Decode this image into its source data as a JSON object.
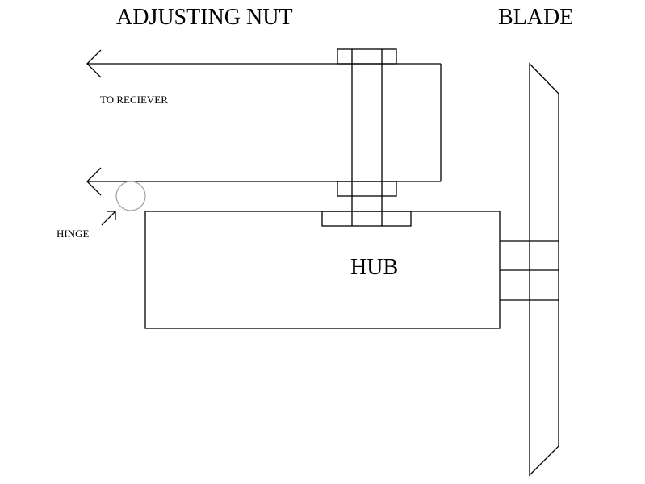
{
  "diagram": {
    "title_labels": {
      "adjusting_nut": "ADJUSTING NUT",
      "blade": "BLADE"
    },
    "part_labels": {
      "hub": "HUB",
      "to_receiver": "TO RECIEVER",
      "hinge": "HINGE"
    },
    "colors": {
      "line": "#000000",
      "hinge_circle": "#a0a0a0",
      "background": "#ffffff"
    },
    "components": [
      {
        "id": "upper-link-arm",
        "label": "link arm to receiver (upper)"
      },
      {
        "id": "lower-link-arm",
        "label": "link arm to receiver (lower)"
      },
      {
        "id": "adjusting-bolt",
        "label": "adjusting bolt shaft"
      },
      {
        "id": "upper-adjusting-nut",
        "label": "upper adjusting nut"
      },
      {
        "id": "lower-adjusting-nut",
        "label": "lower adjusting nut"
      },
      {
        "id": "hub-nut",
        "label": "hub mounting nut"
      },
      {
        "id": "hub",
        "label": "hub"
      },
      {
        "id": "blade-root",
        "label": "blade root connection"
      },
      {
        "id": "blade",
        "label": "blade"
      },
      {
        "id": "hinge",
        "label": "hinge pivot"
      }
    ]
  }
}
